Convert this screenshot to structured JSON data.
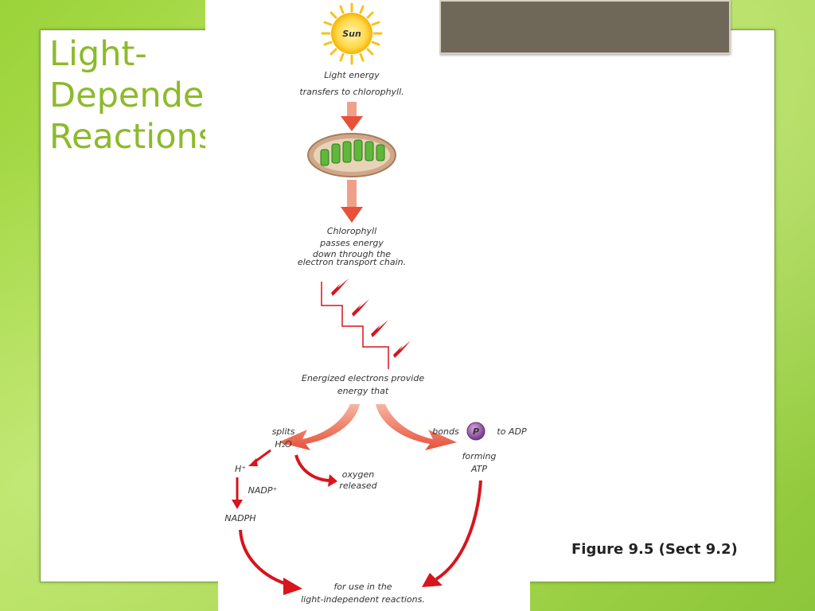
{
  "slide": {
    "title": "Light-\nDependent\nReactions",
    "title_lines": [
      "Light-",
      "Dependent",
      "Reactions"
    ],
    "caption": "Figure 9.5 (Sect 9.2)"
  },
  "diagram": {
    "sun_label": "Sun",
    "step1": [
      "Light energy",
      "transfers to chlorophyll."
    ],
    "step2": [
      "Chlorophyll",
      "passes energy",
      "down through the",
      "electron transport chain."
    ],
    "step3": [
      "Energized electrons provide",
      "energy that"
    ],
    "splits": [
      "splits",
      "H₂O"
    ],
    "h_plus": "H⁺",
    "nadp": "NADP⁺",
    "nadph": "NADPH",
    "oxygen": [
      "oxygen",
      "released"
    ],
    "bonds": "bonds",
    "phosphate": "P",
    "to_adp": "to ADP",
    "forming": [
      "forming",
      "ATP"
    ],
    "final": [
      "for use in the",
      "light-independent reactions."
    ]
  },
  "colors": {
    "title": "#8dba2a",
    "arrow": "#e8603c",
    "red": "#d8141c",
    "title_bar": "#6f6858"
  }
}
